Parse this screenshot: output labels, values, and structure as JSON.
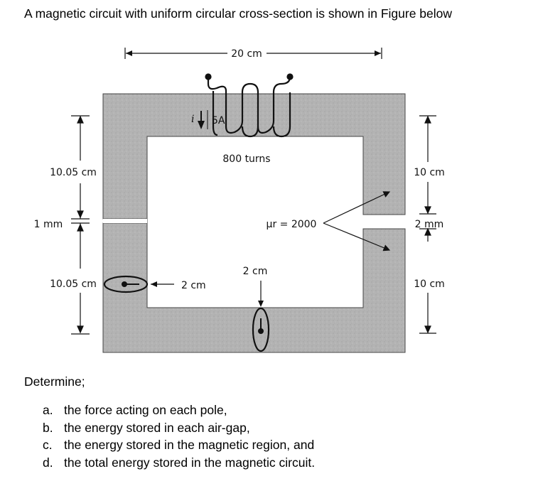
{
  "problem": {
    "intro": "A magnetic circuit with uniform circular cross-section is shown in Figure below",
    "determine": "Determine;",
    "questions": [
      {
        "label": "a.",
        "text": "the force acting on each pole,"
      },
      {
        "label": "b.",
        "text": "the energy stored in each air-gap,"
      },
      {
        "label": "c.",
        "text": "the energy stored in the magnetic region, and"
      },
      {
        "label": "d.",
        "text": "the total energy stored in the magnetic circuit."
      }
    ]
  },
  "figure": {
    "width_label": "20 cm",
    "current_symbol": "i",
    "current_label": "5A",
    "turns_label": "800 turns",
    "left_upper_label": "10.05 cm",
    "left_gap_label": "1 mm",
    "left_lower_label": "10.05 cm",
    "right_upper_label": "10 cm",
    "right_gap_label": "2 mm",
    "right_lower_label": "10 cm",
    "permeability_label": "μr = 2000",
    "left_cross_section_label": "2 cm",
    "bottom_cross_section_label": "2 cm",
    "core_color": "#b3b3b3"
  }
}
